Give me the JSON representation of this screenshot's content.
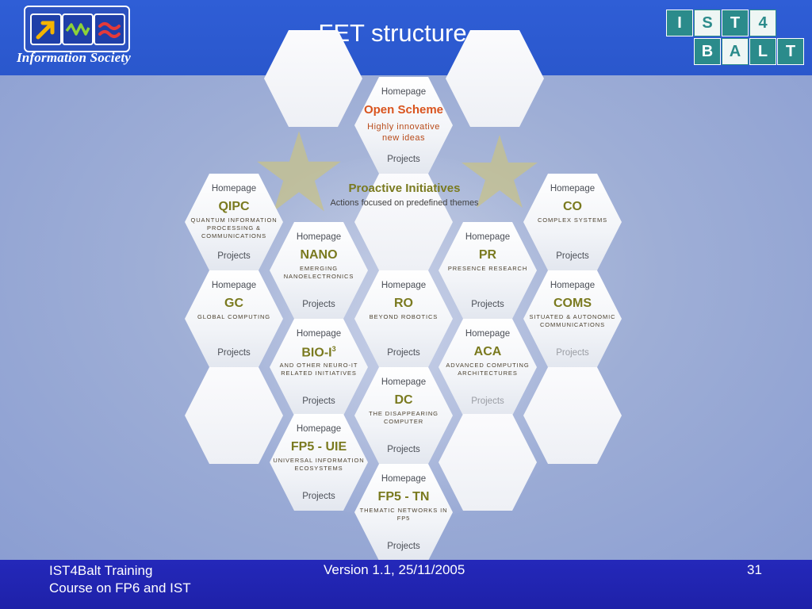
{
  "header": {
    "title": "FET structure",
    "left_logo_tagline": "Information Society",
    "right_logo_top": [
      "I",
      "S",
      "T",
      "4"
    ],
    "right_logo_bottom": [
      "B",
      "A",
      "L",
      "T"
    ]
  },
  "proactive": {
    "title": "Proactive Initiatives",
    "subtitle": "Actions focused on predefined themes"
  },
  "hexes": {
    "open": {
      "homepage": "Homepage",
      "name": "Open Scheme",
      "desc": "Highly innovative new ideas",
      "projects": "Projects"
    },
    "qipc": {
      "homepage": "Homepage",
      "name": "QIPC",
      "desc": "Quantum information processing & communications",
      "projects": "Projects"
    },
    "co": {
      "homepage": "Homepage",
      "name": "CO",
      "desc": "Complex systems",
      "projects": "Projects"
    },
    "nano": {
      "homepage": "Homepage",
      "name": "NANO",
      "desc": "Emerging nanoelectronics",
      "projects": "Projects"
    },
    "pr": {
      "homepage": "Homepage",
      "name": "PR",
      "desc": "Presence research",
      "projects": "Projects"
    },
    "gc": {
      "homepage": "Homepage",
      "name": "GC",
      "desc": "Global computing",
      "projects": "Projects"
    },
    "ro": {
      "homepage": "Homepage",
      "name": "RO",
      "desc": "Beyond robotics",
      "projects": "Projects"
    },
    "coms": {
      "homepage": "Homepage",
      "name": "COMS",
      "desc": "Situated & autonomic communications",
      "projects": "Projects"
    },
    "bioi": {
      "homepage": "Homepage",
      "name": "BIO-I",
      "name_sup": "3",
      "desc": "and other neuro-IT related initiatives",
      "projects": "Projects"
    },
    "aca": {
      "homepage": "Homepage",
      "name": "ACA",
      "desc": "Advanced computing architectures",
      "projects": "Projects"
    },
    "dc": {
      "homepage": "Homepage",
      "name": "DC",
      "desc": "The disappearing computer",
      "projects": "Projects"
    },
    "uie": {
      "homepage": "Homepage",
      "name": "FP5 - UIE",
      "desc": "Universal information ecosystems",
      "projects": "Projects"
    },
    "tn": {
      "homepage": "Homepage",
      "name": "FP5 - TN",
      "desc": "Thematic networks in FP5",
      "projects": "Projects"
    }
  },
  "footer": {
    "left_line1": "IST4Balt Training",
    "left_line2": "Course on FP6 and IST",
    "center": "Version 1.1, 25/11/2005",
    "page_number": "31"
  },
  "colors": {
    "header": "#2f5ed6",
    "footer": "#2428ba",
    "hex_title": "#7a7a1f",
    "open_scheme": "#d9541e",
    "ist_teal": "#2b8b8b"
  }
}
